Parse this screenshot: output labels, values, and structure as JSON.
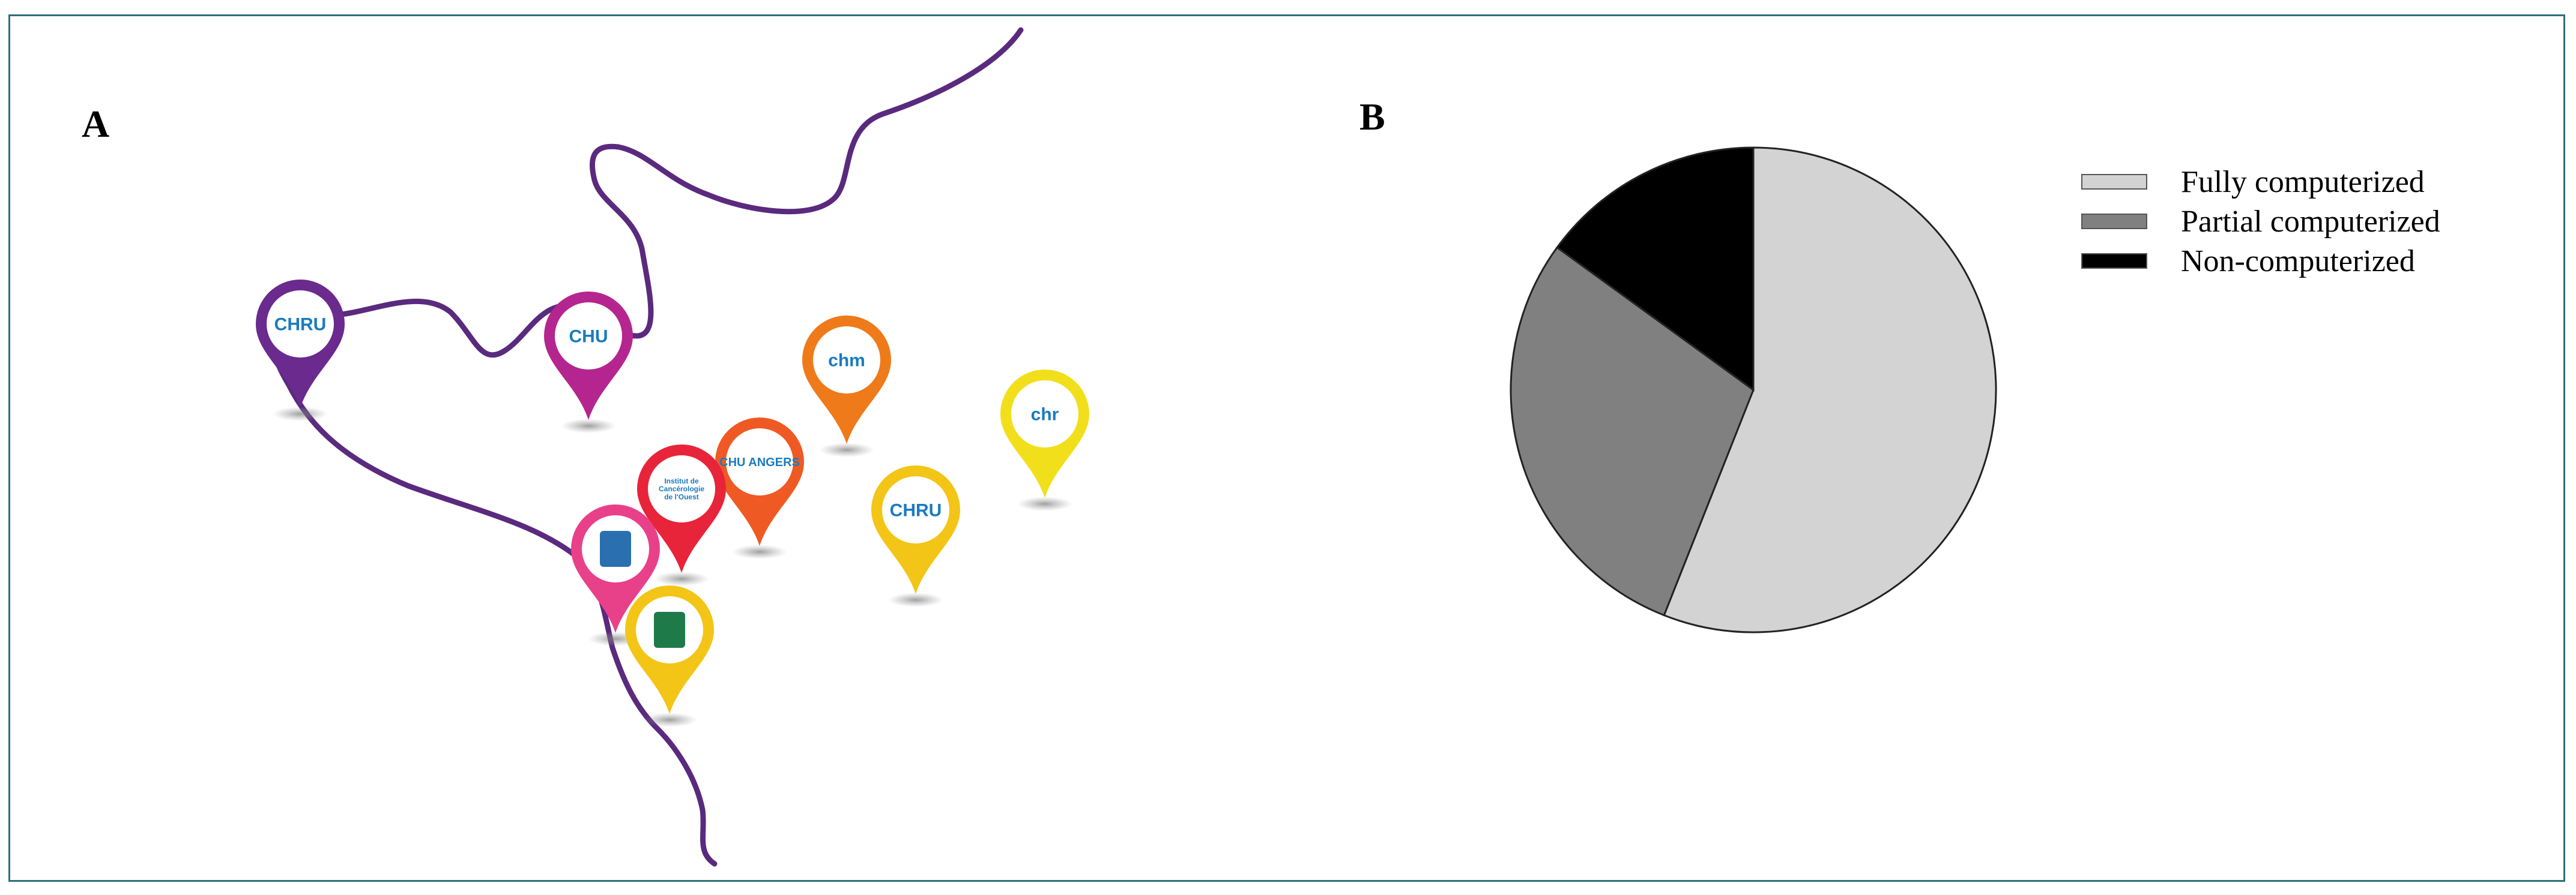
{
  "panels": {
    "a_label": "A",
    "b_label": "B"
  },
  "map": {
    "markers": [
      {
        "logo_text": "CHRU",
        "color": "#6a2a8e"
      },
      {
        "logo_text": "CHU",
        "color": "#b5258f"
      },
      {
        "logo_text": "chm",
        "color": "#ef7a1a"
      },
      {
        "logo_text": "chr",
        "color": "#f2df1b"
      },
      {
        "logo_text": "CHU ANGERS",
        "color": "#ef5a24"
      },
      {
        "logo_text": "Institut de Cancérologie de l'Ouest",
        "color": "#e8243a"
      },
      {
        "logo_text": "CHRU",
        "color": "#f3c516"
      },
      {
        "logo_text": "",
        "color": "#e8418a"
      },
      {
        "logo_text": "",
        "color": "#f3c516"
      }
    ]
  },
  "chart_data": {
    "type": "pie",
    "categories": [
      "Fully computerized",
      "Partial computerized",
      "Non-computerized"
    ],
    "values": [
      56,
      29,
      15
    ],
    "colors": [
      "#d3d3d3",
      "#808080",
      "#000000"
    ],
    "legend_position": "right"
  }
}
